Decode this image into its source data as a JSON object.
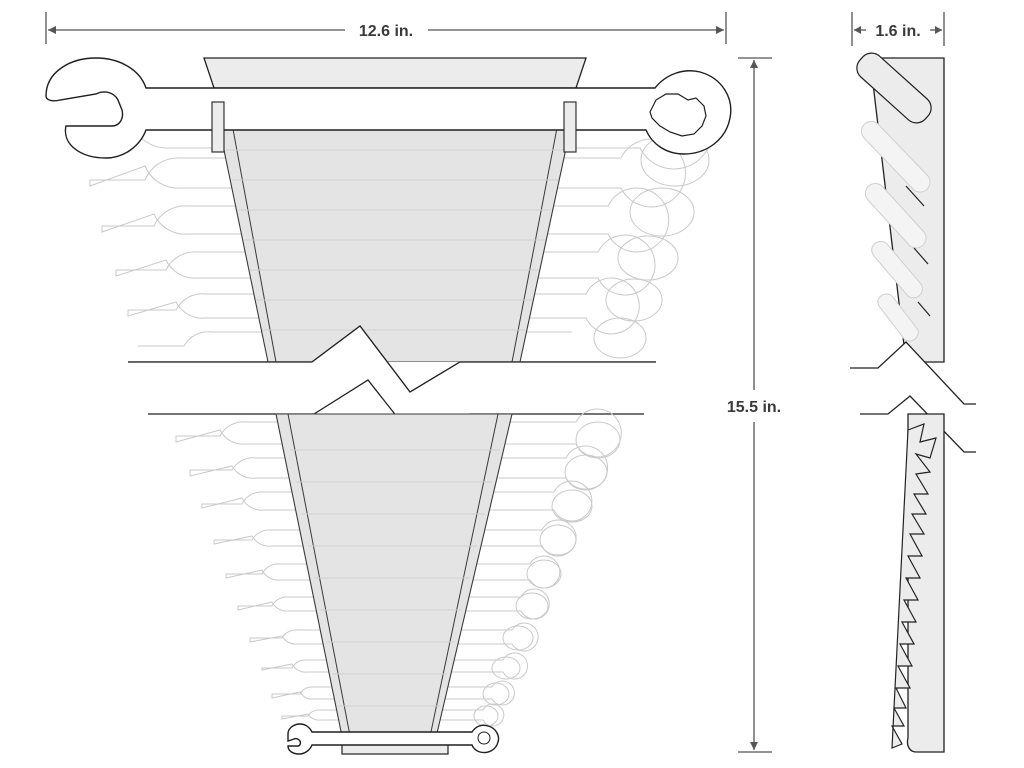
{
  "dimensions": {
    "width_label": "12.6 in.",
    "height_label": "15.5 in.",
    "depth_label": "1.6 in."
  },
  "colors": {
    "line": "#222222",
    "rack_fill": "#ececec",
    "ghost_line": "#c9c9c9",
    "label": "#3a3a3a"
  }
}
